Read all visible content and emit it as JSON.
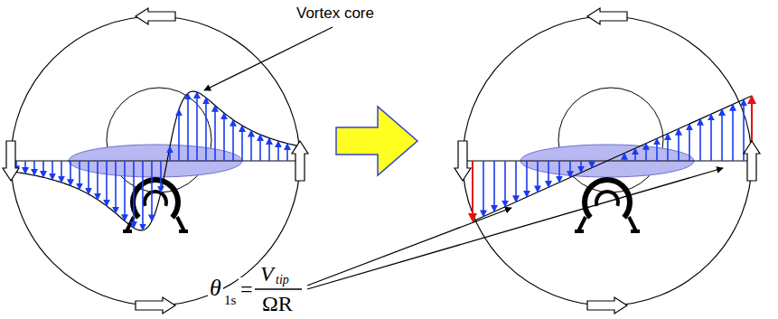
{
  "diagram": {
    "labels": [
      "Vortex core",
      "θ",
      "1s",
      "=",
      "V",
      "tip",
      "ΩR"
    ]
  }
}
